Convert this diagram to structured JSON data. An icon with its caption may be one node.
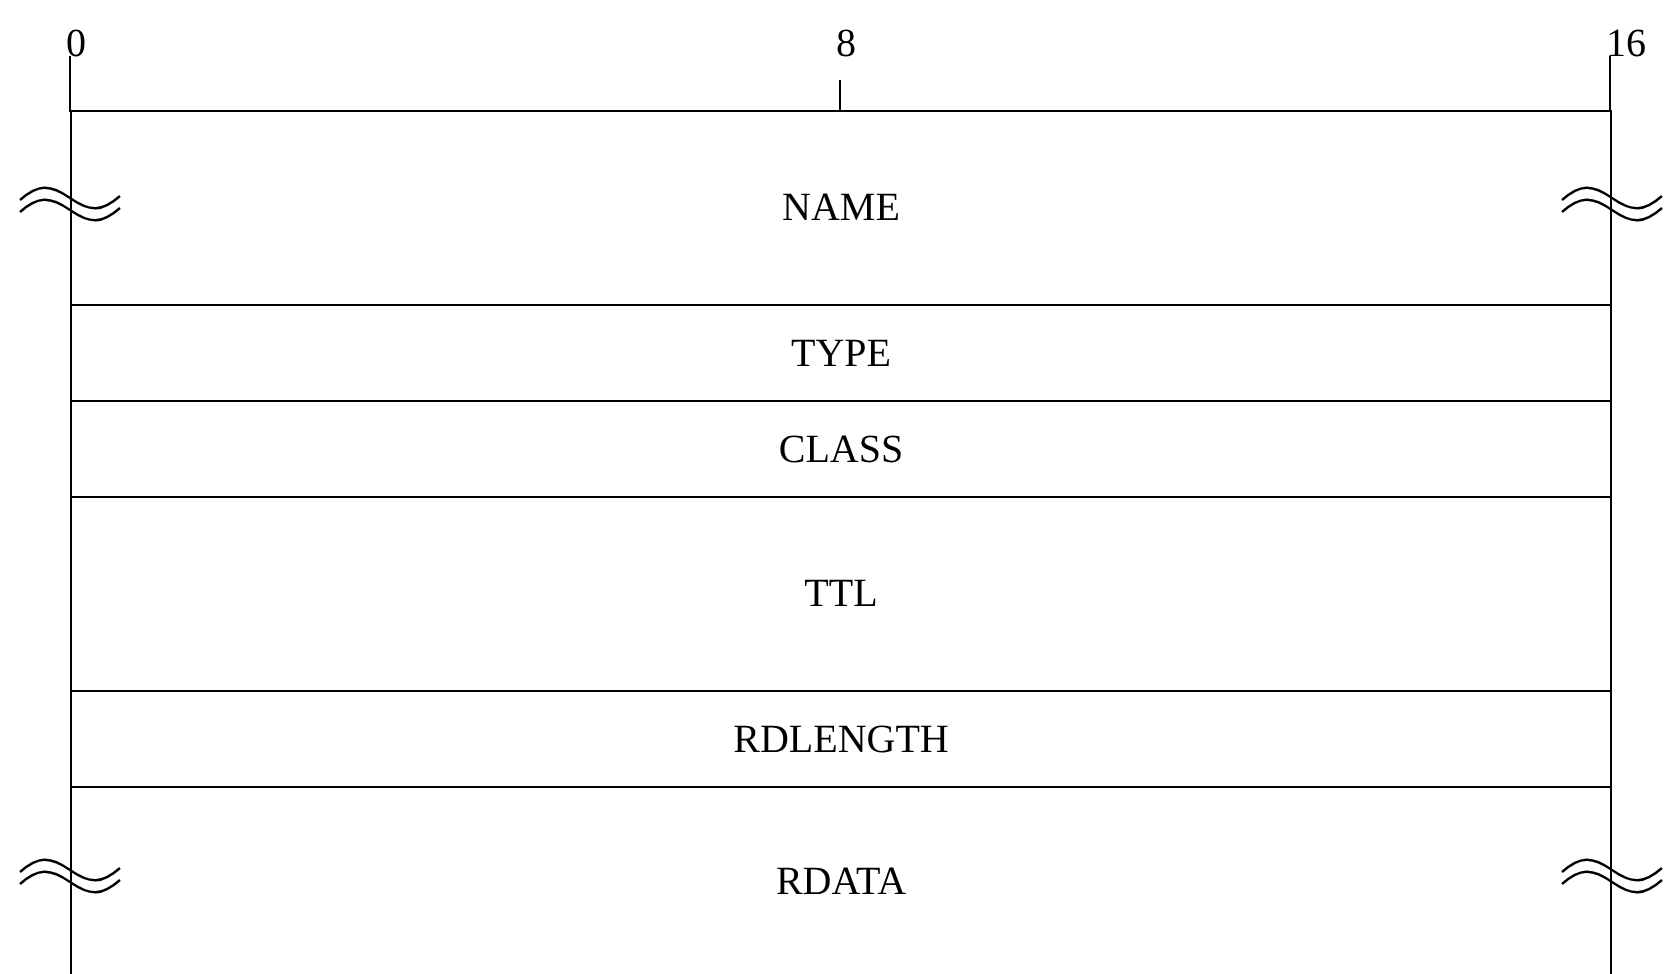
{
  "diagram": {
    "nodes": [
      {
        "text": [
          "NAME"
        ]
      },
      {
        "text": [
          "TYPE"
        ]
      },
      {
        "text": [
          "CLASS"
        ]
      },
      {
        "text": [
          "TTL"
        ]
      },
      {
        "text": [
          "RDLENGTH"
        ]
      },
      {
        "text": [
          "RDATA"
        ]
      }
    ],
    "labels": [
      "0",
      "8",
      "16"
    ]
  }
}
